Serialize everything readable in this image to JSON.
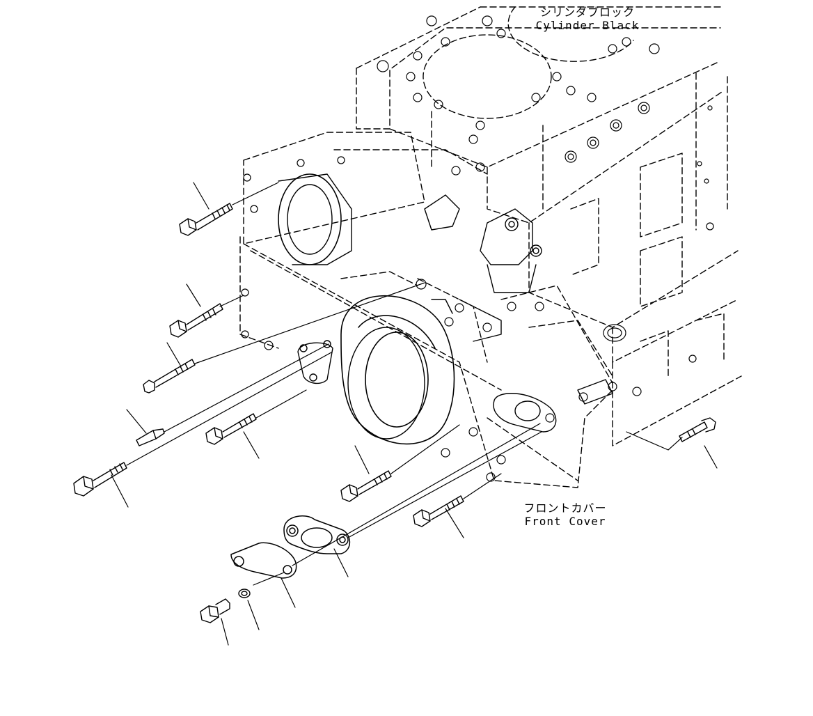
{
  "labels": {
    "cylinder_block_jp": "シリンダブロック",
    "cylinder_block_en": "Cylinder Black",
    "front_cover_jp": "フロントカバー",
    "front_cover_en": "Front Cover"
  },
  "colors": {
    "line": "#000000",
    "background": "#ffffff"
  }
}
